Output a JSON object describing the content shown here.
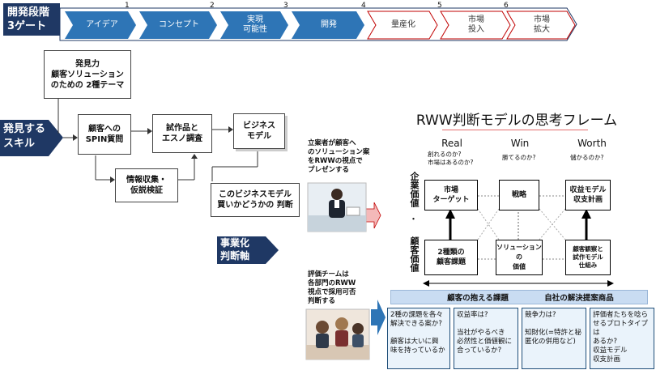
{
  "colors": {
    "navy": "#1f3864",
    "stage_blue": "#2e75b6",
    "red_outline": "#c00000",
    "light_blue": "#dbe9f7",
    "bar_blue": "#c9dcf2"
  },
  "process": {
    "label": "開発段階\n3ゲート",
    "stages": [
      {
        "label": "アイデア",
        "num": ""
      },
      {
        "label": "コンセプト",
        "num": "1"
      },
      {
        "label": "実現\n可能性",
        "num": "2"
      },
      {
        "label": "開発",
        "num": "3"
      },
      {
        "label": "量産化",
        "num": "4"
      },
      {
        "label": "市場\n投入",
        "num": "5"
      },
      {
        "label": "市場\n拡大",
        "num": "6"
      }
    ]
  },
  "discovery": {
    "box": "発見力\n顧客ソリューション\nのための 2種テーマ"
  },
  "skill": {
    "label": "発見する\nスキル"
  },
  "flow": {
    "spin": "顧客への\nSPIN質問",
    "prototype": "試作品と\nエスノ調査",
    "business": "ビジネス\nモデル",
    "info": "情報収集・\n仮説検証",
    "judge": "このビジネスモデル\n買いかどうかの 判断"
  },
  "axis": {
    "label": "事業化\n判断軸"
  },
  "photo1": {
    "caption": "立案者が顧客へ\nのソリューション案\nをRWWの視点で\nプレゼンする"
  },
  "photo2": {
    "caption": "評価チームは\n各部門のRWW\n視点で採用可否\n判断する"
  },
  "rww": {
    "title": "RWW判断モデルの思考フレーム",
    "columns": [
      {
        "head": "Real",
        "sub": "創れるのか?\n市場はあるのか?"
      },
      {
        "head": "Win",
        "sub": "勝てるのか?"
      },
      {
        "head": "Worth",
        "sub": "儲かるのか?"
      }
    ],
    "left_top": "企業価値",
    "left_bottom": "顧客価値",
    "dot": "・",
    "top_row": [
      "市場\nターゲット",
      "戦略",
      "収益モデル\n収支計画"
    ],
    "bottom_row": [
      "2種類の\n顧客課題",
      "ソリューションの\n価値",
      "顧客観察と\n試作モデル\n仕組み"
    ],
    "bar_left": "顧客の抱える課題",
    "bar_right": "自社の解決提案商品",
    "bottom_cells": [
      "2種の課題を各々\n解決できる案か?\n\n顧客は大いに興\n味を持っているか",
      "収益率は?\n\n当社がやるべき\n必然性と価値観に\n合っているか?",
      "競争力は?\n\n知財化(=特許と秘\n匿化の併用など)",
      "評価者たちを唸ら\nせるプロトタイプは\nあるか?\n収益モデル\n収支計画"
    ]
  }
}
